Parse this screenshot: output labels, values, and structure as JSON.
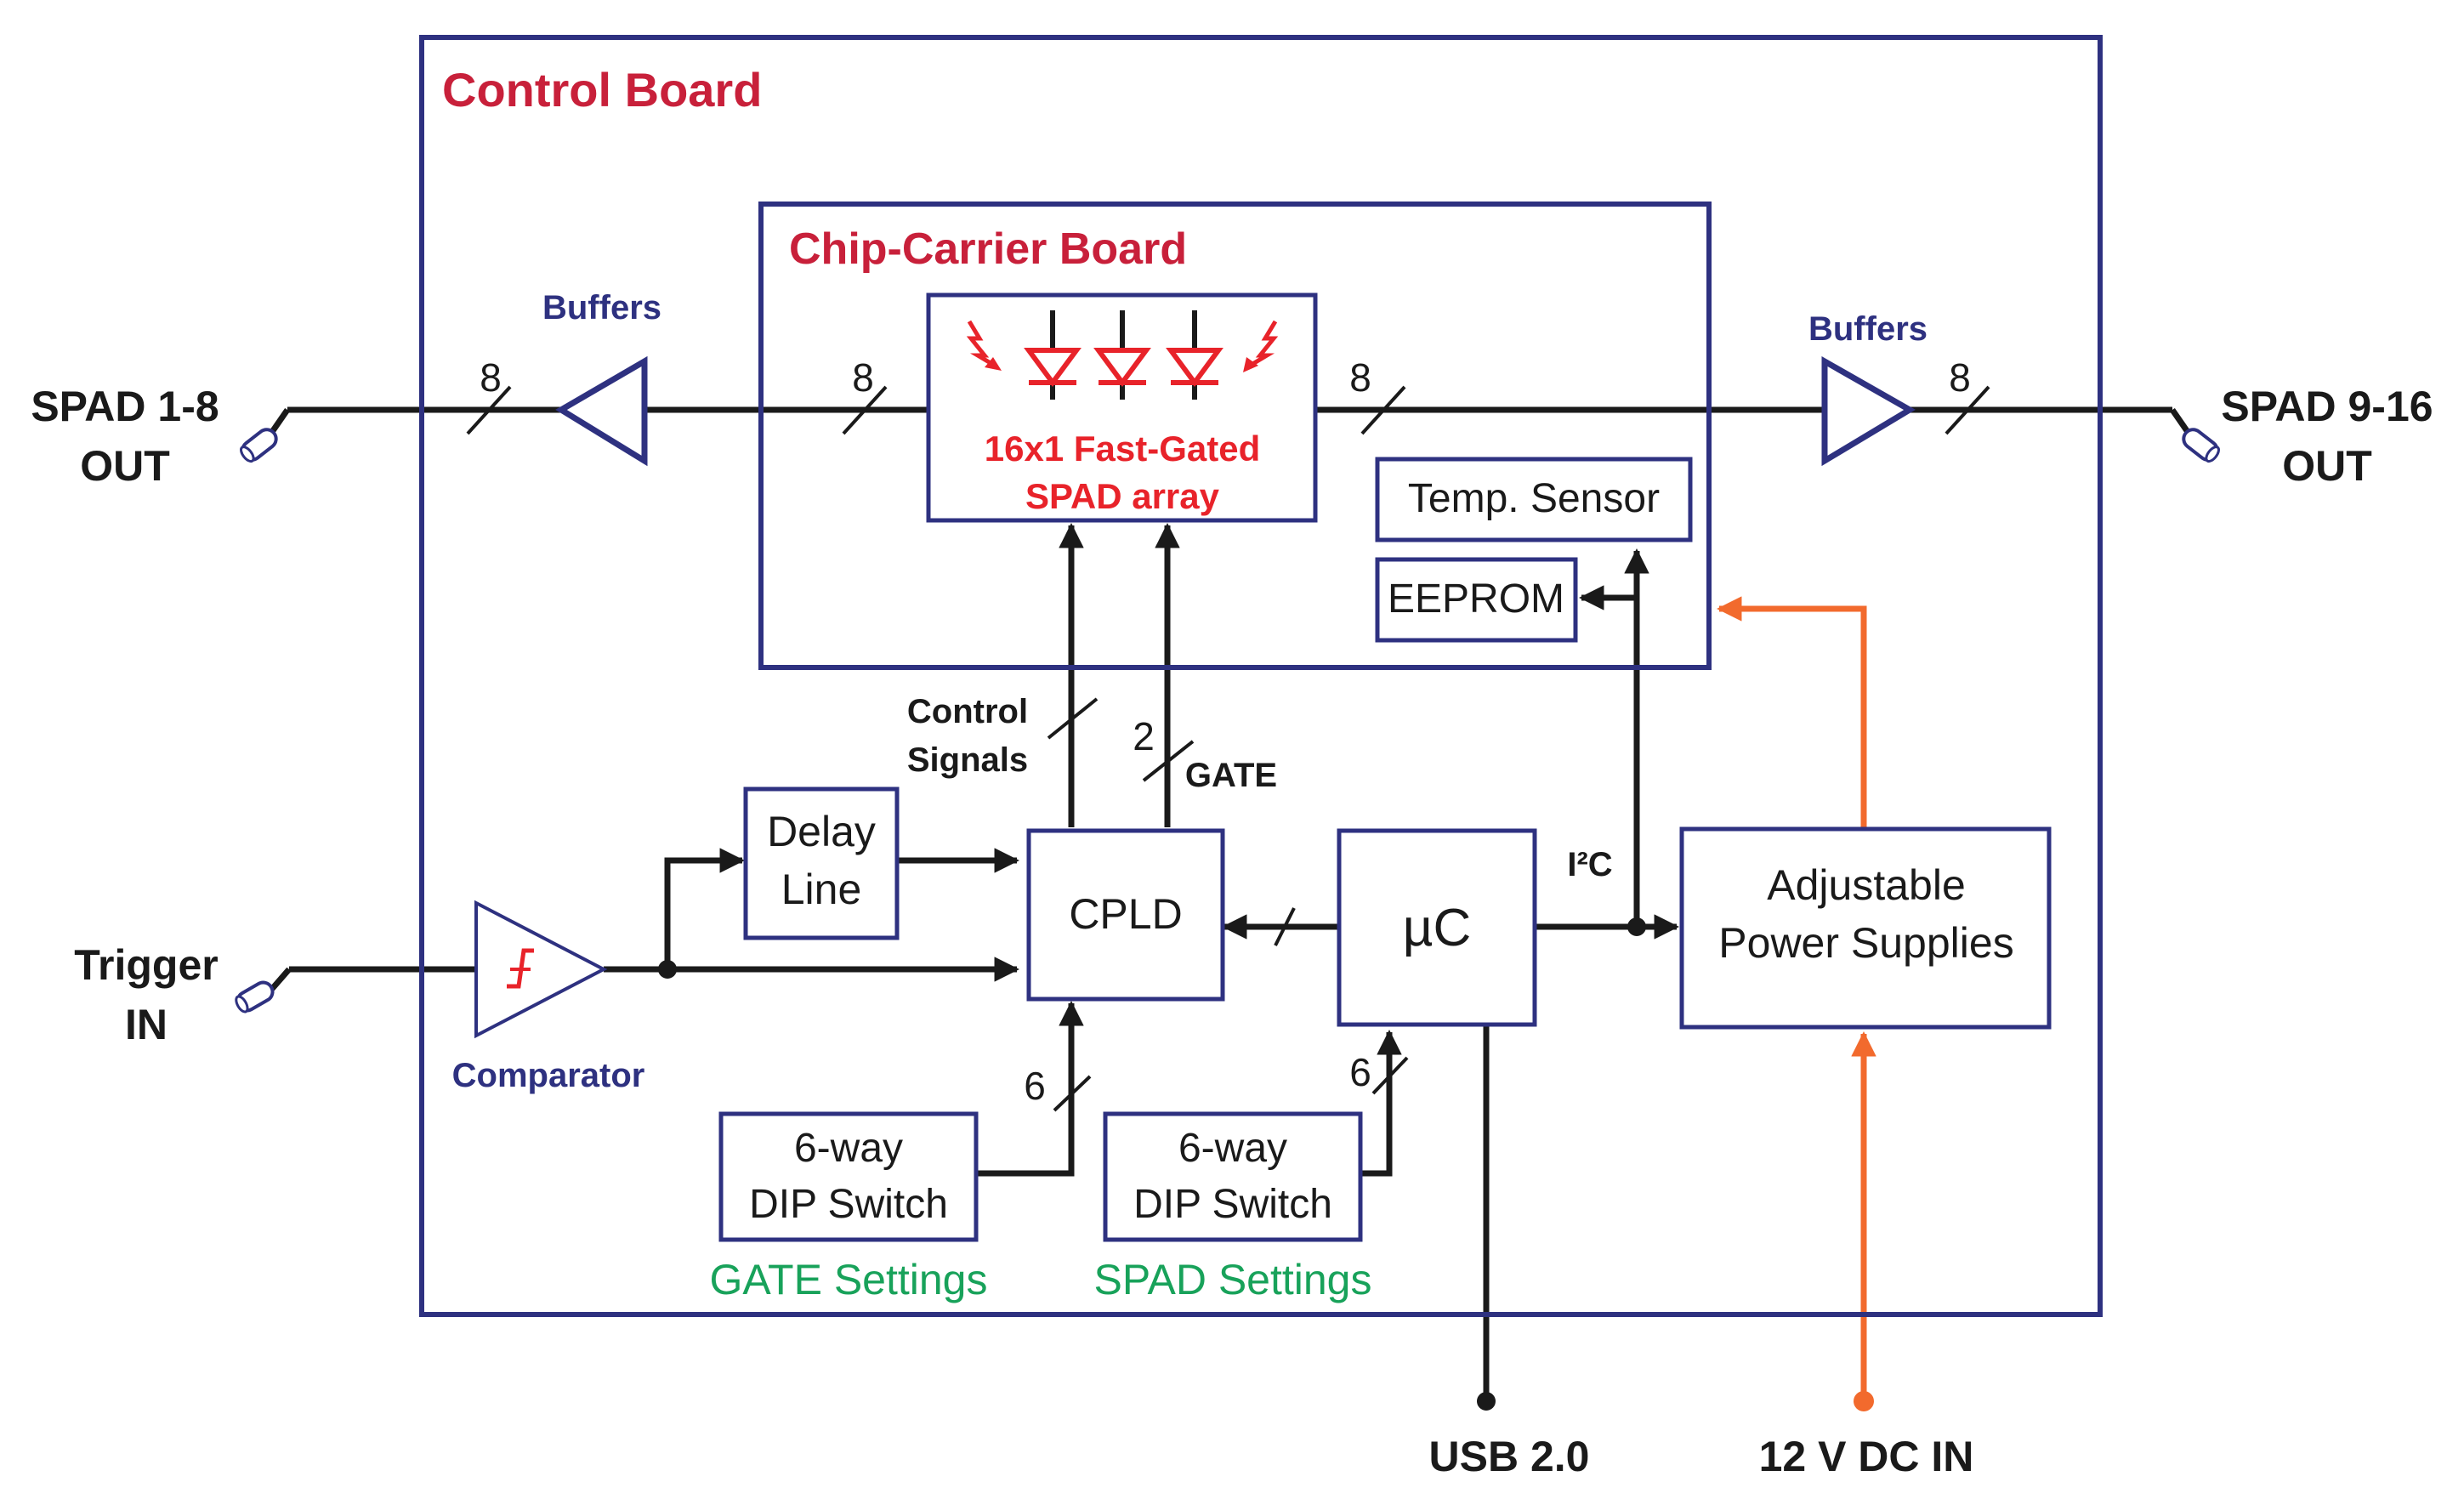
{
  "boards": {
    "control": "Control Board",
    "chip_carrier": "Chip-Carrier Board"
  },
  "blocks": {
    "spad_array_line1": "16x1 Fast-Gated",
    "spad_array_line2": "SPAD array",
    "temp_sensor": "Temp. Sensor",
    "eeprom": "EEPROM",
    "delay_line_1": "Delay",
    "delay_line_2": "Line",
    "cpld": "CPLD",
    "uc": "µC",
    "power_1": "Adjustable",
    "power_2": "Power Supplies",
    "dip1_1": "6-way",
    "dip1_2": "DIP Switch",
    "dip2_1": "6-way",
    "dip2_2": "DIP Switch"
  },
  "labels": {
    "buffers_left": "Buffers",
    "buffers_right": "Buffers",
    "comparator": "Comparator",
    "control_signals_1": "Control",
    "control_signals_2": "Signals",
    "gate": "GATE",
    "i2c": "I²C",
    "gate_settings": "GATE Settings",
    "spad_settings": "SPAD Settings"
  },
  "bus_widths": {
    "out_left": "8",
    "chip_left": "8",
    "chip_right": "8",
    "out_right": "8",
    "gate": "2",
    "dip1": "6",
    "dip2": "6"
  },
  "io": {
    "spad_left_1": "SPAD 1-8",
    "spad_left_2": "OUT",
    "spad_right_1": "SPAD 9-16",
    "spad_right_2": "OUT",
    "trigger_1": "Trigger",
    "trigger_2": "IN",
    "usb": "USB 2.0",
    "dc_in": "12 V DC IN"
  },
  "colors": {
    "board_outline": "#2e3180",
    "board_title": "#c8203a",
    "signal": "#1a1a1a",
    "power": "#f26a2d",
    "settings": "#18a25a"
  }
}
